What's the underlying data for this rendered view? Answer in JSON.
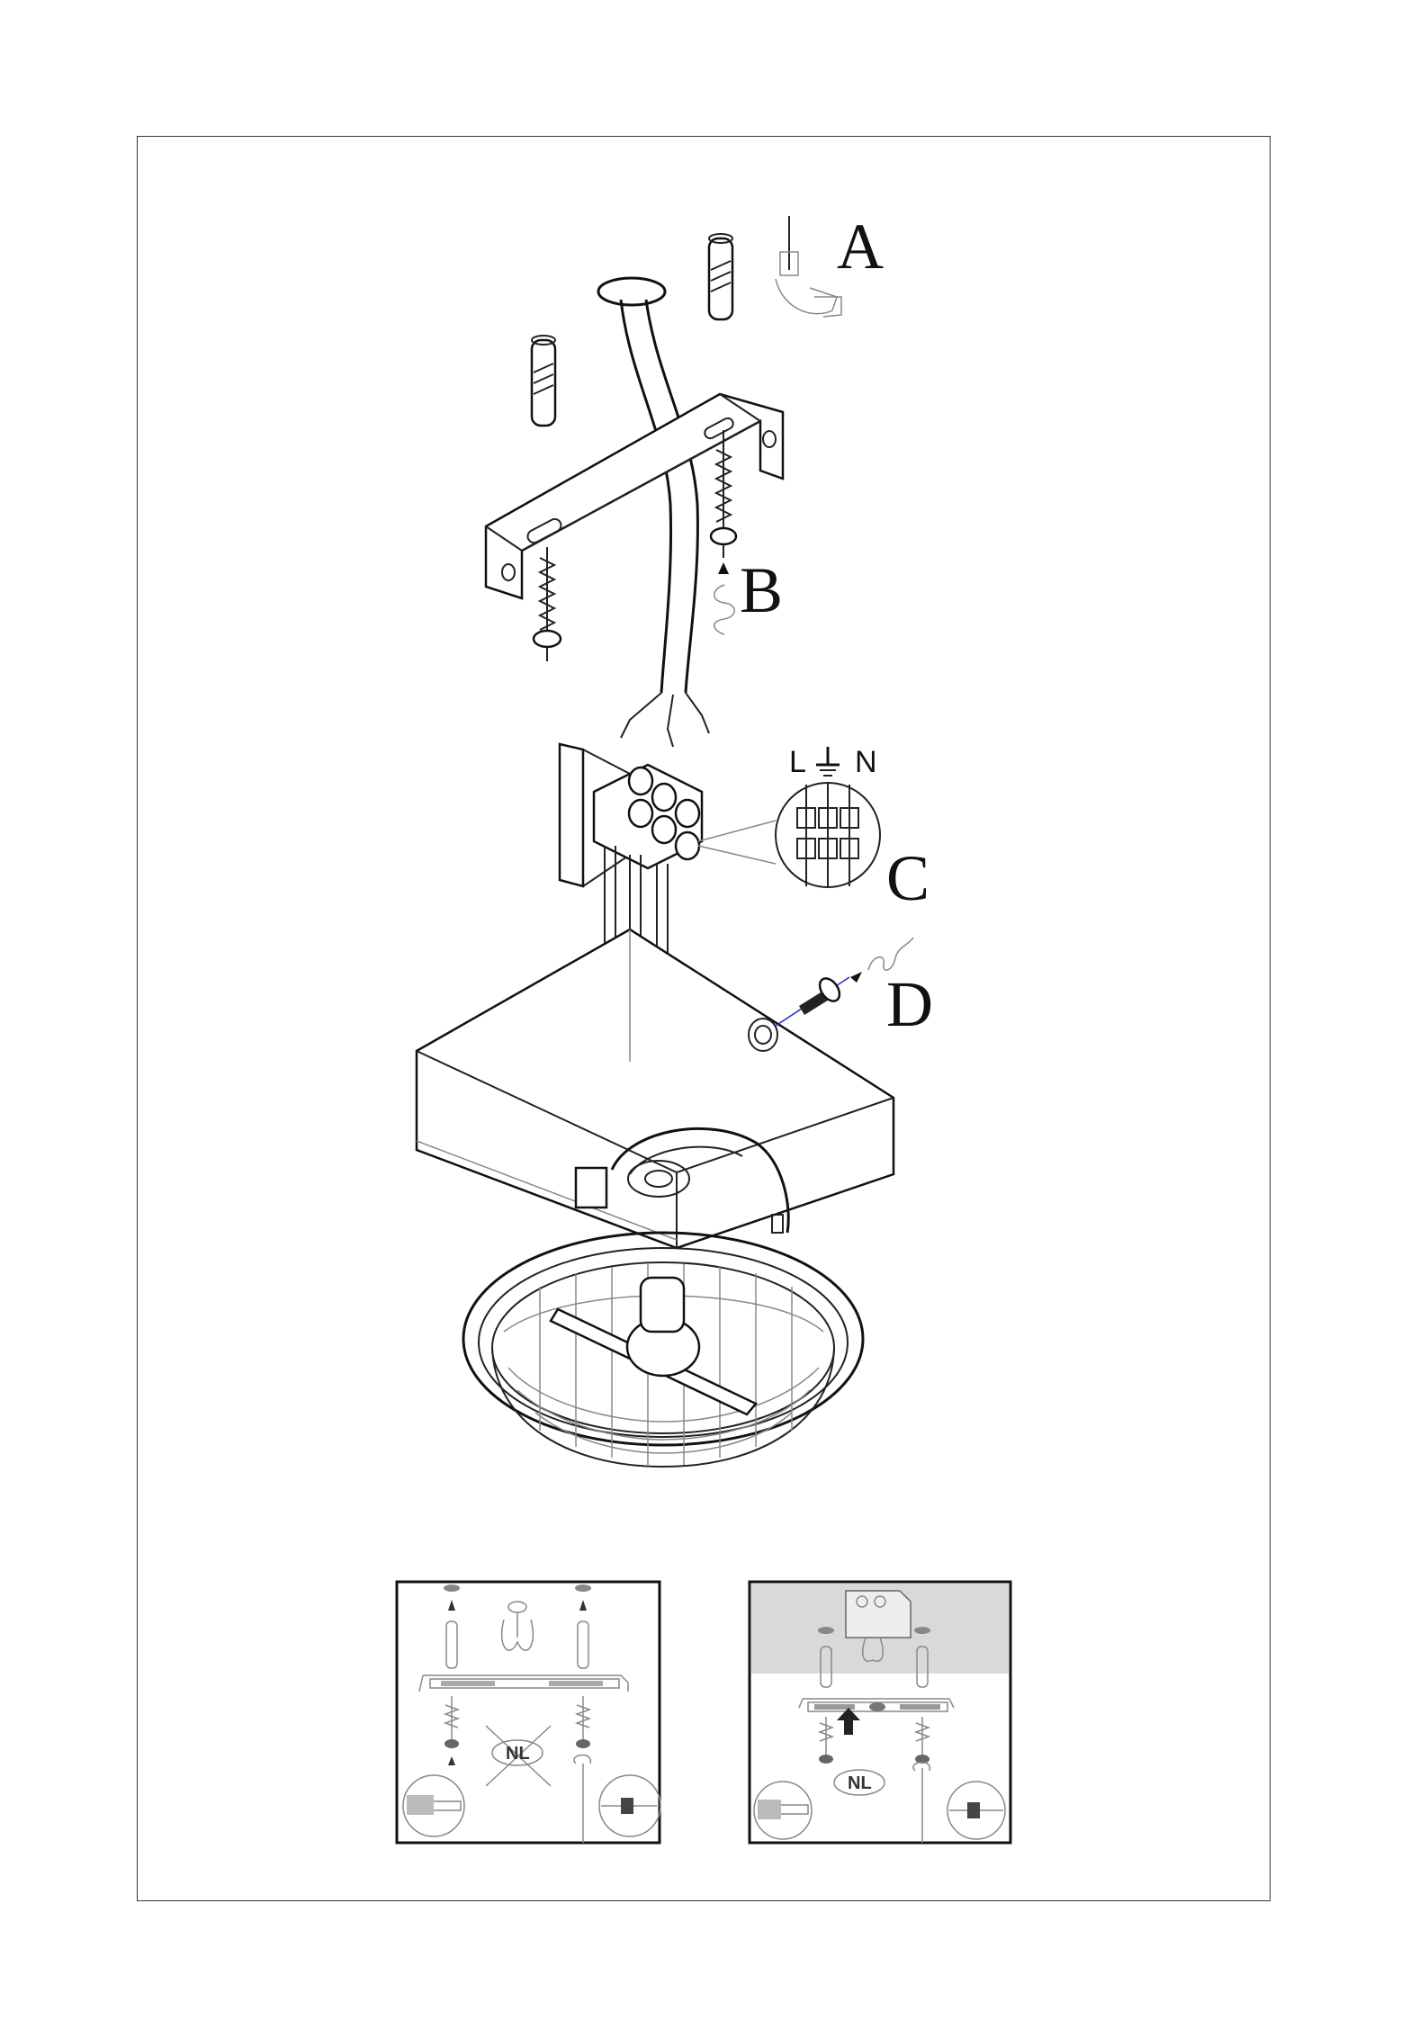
{
  "labels": {
    "a": "A",
    "b": "B",
    "c": "C",
    "d": "D"
  },
  "wiring": {
    "live": "L",
    "neutral": "N",
    "earth_symbol": "ground-icon"
  },
  "insets": {
    "left_badge": "NL",
    "right_badge": "NL"
  },
  "colors": {
    "line": "#111111",
    "screw_axis": "#2a2ad0",
    "inset_ceiling": "#d9d9d9"
  }
}
